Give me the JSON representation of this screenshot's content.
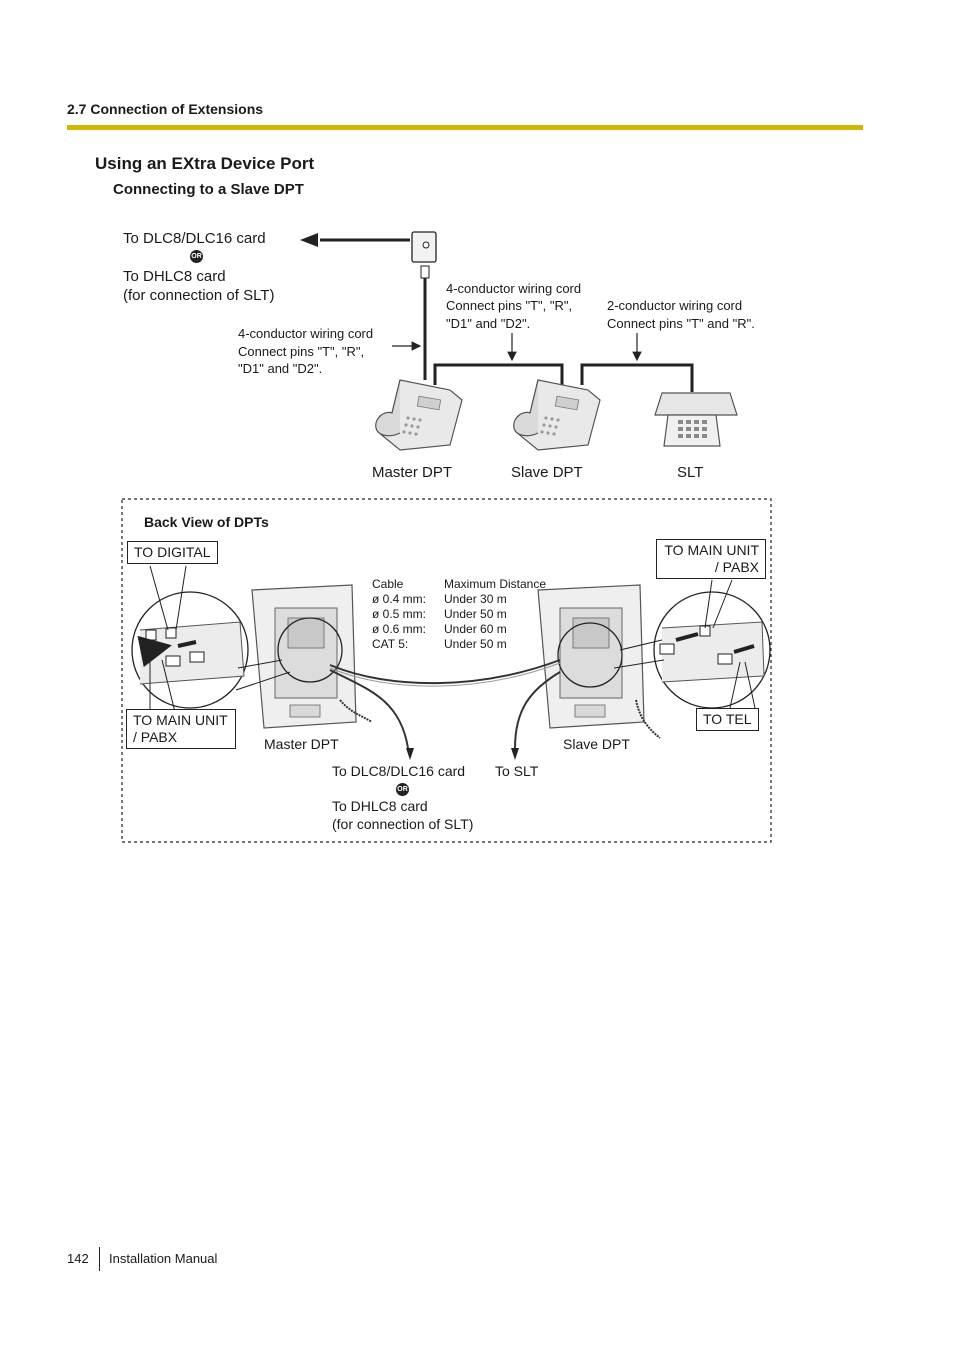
{
  "header": {
    "section_title": "2.7 Connection of Extensions"
  },
  "heading": {
    "title": "Using an EXtra Device Port",
    "subtitle": "Connecting to a Slave DPT"
  },
  "top_diagram": {
    "destination_line1": "To DLC8/DLC16 card",
    "or_badge": "OR",
    "destination_line2": "To DHLC8 card",
    "destination_line3": "(for connection of SLT)",
    "cord_left": {
      "line1": "4-conductor wiring cord",
      "line2": "Connect pins \"T\", \"R\",",
      "line3": "\"D1\" and \"D2\"."
    },
    "cord_middle": {
      "line1": "4-conductor wiring cord",
      "line2": "Connect pins \"T\", \"R\",",
      "line3": "\"D1\" and \"D2\"."
    },
    "cord_right": {
      "line1": "2-conductor wiring cord",
      "line2": "Connect pins \"T\" and \"R\"."
    },
    "labels": {
      "master": "Master DPT",
      "slave": "Slave DPT",
      "slt": "SLT"
    }
  },
  "back_view": {
    "title": "Back View of DPTs",
    "to_digital": "TO DIGITAL",
    "to_main_left_line1": "TO MAIN UNIT",
    "to_main_left_line2": "/ PABX",
    "to_main_right_line1": "TO MAIN UNIT",
    "to_main_right_line2": "/ PABX",
    "to_tel": "TO TEL",
    "master_label": "Master DPT",
    "slave_label": "Slave DPT",
    "cable_table": {
      "headers": [
        "Cable",
        "Maximum Distance"
      ],
      "rows": [
        [
          "ø 0.4 mm:",
          "Under 30 m"
        ],
        [
          "ø 0.5 mm:",
          "Under 50 m"
        ],
        [
          "ø 0.6 mm:",
          "Under 60 m"
        ],
        [
          "CAT 5:",
          "Under 50 m"
        ]
      ]
    },
    "bottom_dest_line1": "To DLC8/DLC16 card",
    "or_badge": "OR",
    "bottom_dest_line2": "To DHLC8 card",
    "bottom_dest_line3": "(for connection of SLT)",
    "to_slt": "To SLT"
  },
  "footer": {
    "page_number": "142",
    "manual_title": "Installation Manual"
  }
}
